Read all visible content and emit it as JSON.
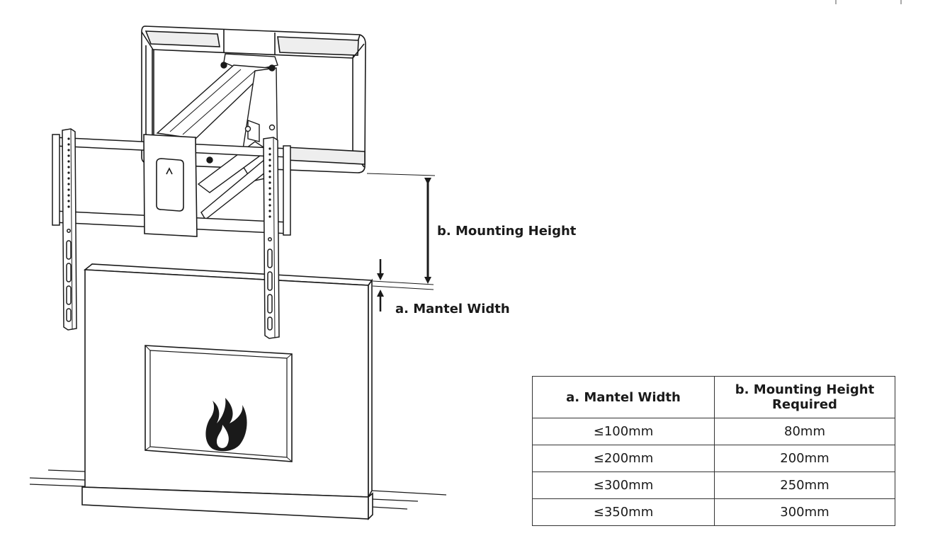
{
  "diagram": {
    "labels": {
      "mounting_height": "b. Mounting Height",
      "mantel_width": "a. Mantel Width"
    },
    "icons": [
      "flame-icon",
      "brand-logo-icon"
    ]
  },
  "table": {
    "headers": {
      "col_a": "a. Mantel Width",
      "col_b_line1": "b. Mounting Height",
      "col_b_line2": "Required"
    },
    "rows": [
      {
        "mantel": "≤100mm",
        "height": "80mm"
      },
      {
        "mantel": "≤200mm",
        "height": "200mm"
      },
      {
        "mantel": "≤300mm",
        "height": "250mm"
      },
      {
        "mantel": "≤350mm",
        "height": "300mm"
      }
    ]
  },
  "colors": {
    "line": "#1a1a1a",
    "background": "#ffffff"
  }
}
